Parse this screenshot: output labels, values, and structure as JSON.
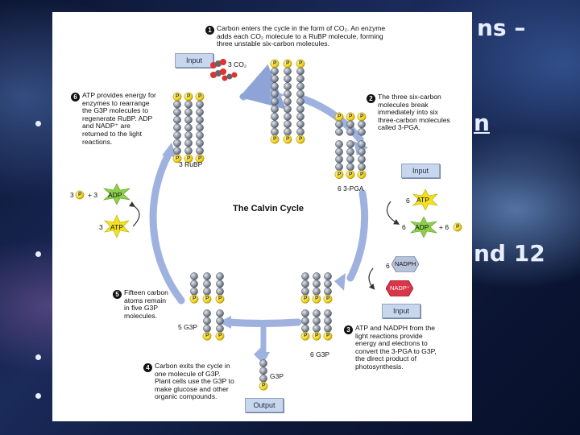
{
  "background": {
    "heading_fragment": "ns –",
    "bullet_fragment_1": "n",
    "bullet_fragment_2": "nd 12"
  },
  "diagram": {
    "title": "The Calvin Cycle",
    "step1": {
      "num": "1",
      "text": [
        "Carbon enters the cycle in the form of CO₂. An enzyme",
        "adds each CO₂ molecule to a RuBP molecule, forming",
        "three unstable six-carbon molecules."
      ]
    },
    "step2": {
      "num": "2",
      "text": [
        "The three six-carbon",
        "molecules break",
        "immediately into six",
        "three-carbon molecules",
        "called 3-PGA."
      ]
    },
    "step3": {
      "num": "3",
      "text": [
        "ATP and NADPH from the",
        "light reactions provide",
        "energy and electrons to",
        "convert the 3-PGA to G3P,",
        "the direct product of",
        "photosynthesis."
      ]
    },
    "step4": {
      "num": "4",
      "text": [
        "Carbon exits the cycle in",
        "one molecule of G3P.",
        "Plant cells use the G3P to",
        "make glucose and other",
        "organic compounds."
      ]
    },
    "step5": {
      "num": "5",
      "text": [
        "Fifteen carbon",
        "atoms remain",
        "in five G3P",
        "molecules."
      ]
    },
    "step6": {
      "num": "6",
      "text": [
        "ATP provides energy for",
        "enzymes to rearrange",
        "the G3P molecules to",
        "regenerate RuBP. ADP",
        "and NADP⁺ are",
        "returned to the light",
        "reactions."
      ]
    },
    "buttons": {
      "input_top": "Input",
      "input_right": "Input",
      "input_bottom": "Input",
      "output": "Output"
    },
    "labels": {
      "co2": "3 CO₂",
      "rubp": "3 RuBP",
      "pga": "6 3-PGA",
      "g3p6": "6 G3P",
      "g3p5": "5 G3P",
      "g3p_out": "G3P",
      "atp6": "6",
      "atp6_txt": "ATP",
      "adp6": "6",
      "adp6_txt": "ADP",
      "adp6_plus": "+ 6",
      "nadph6": "6",
      "nadph_txt": "NADPH",
      "nadp_txt": "NADP⁺",
      "left_3a": "3",
      "left_plus": "+ 3",
      "left_adp": "ADP",
      "left_3b": "3",
      "left_atp": "ATP",
      "p": "P"
    }
  }
}
